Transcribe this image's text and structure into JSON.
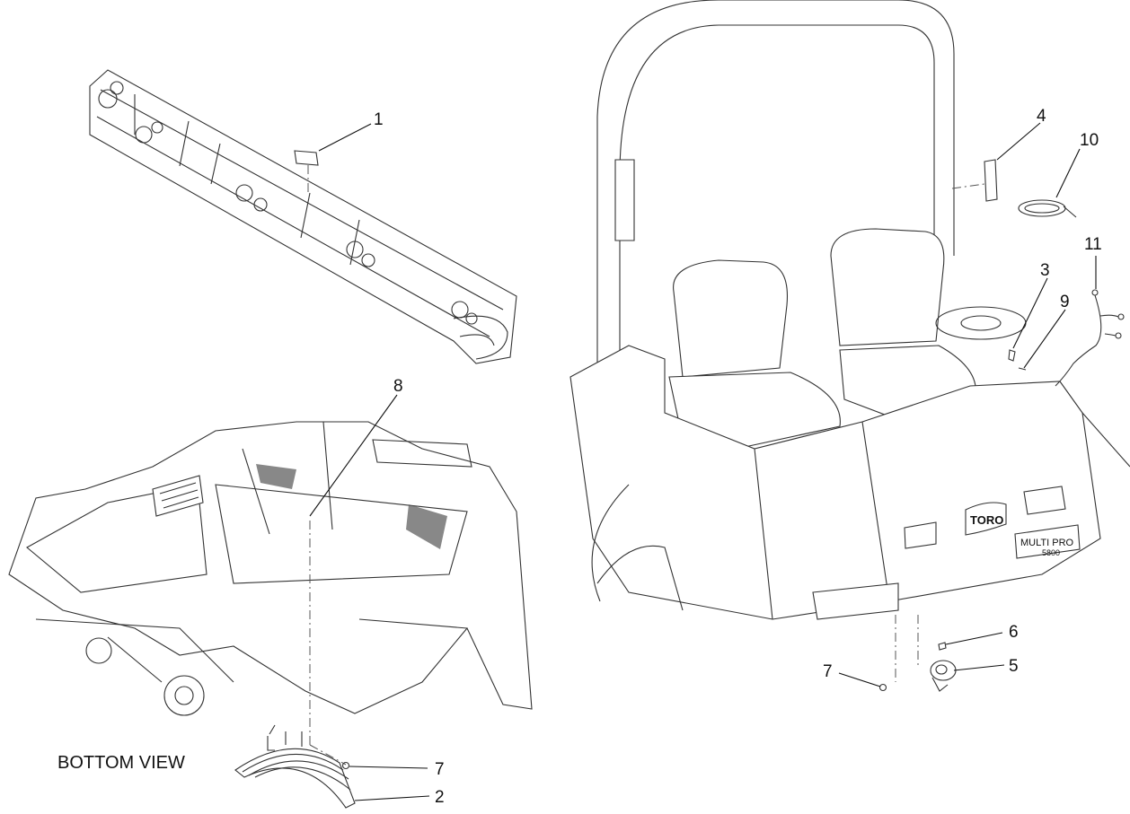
{
  "diagram": {
    "caption": "BOTTOM VIEW",
    "callouts": [
      {
        "id": "c1",
        "label": "1"
      },
      {
        "id": "c2",
        "label": "2"
      },
      {
        "id": "c3",
        "label": "3"
      },
      {
        "id": "c4",
        "label": "4"
      },
      {
        "id": "c5",
        "label": "5"
      },
      {
        "id": "c6",
        "label": "6"
      },
      {
        "id": "c7a",
        "label": "7"
      },
      {
        "id": "c7b",
        "label": "7"
      },
      {
        "id": "c8",
        "label": "8"
      },
      {
        "id": "c9",
        "label": "9"
      },
      {
        "id": "c10",
        "label": "10"
      },
      {
        "id": "c11",
        "label": "11"
      }
    ],
    "rear_panel_text": {
      "brand": "TORO",
      "model": "MULTI PRO",
      "model_number": "5800"
    },
    "colors": {
      "ink": "#111111",
      "line": "#333333",
      "background": "#ffffff"
    }
  }
}
